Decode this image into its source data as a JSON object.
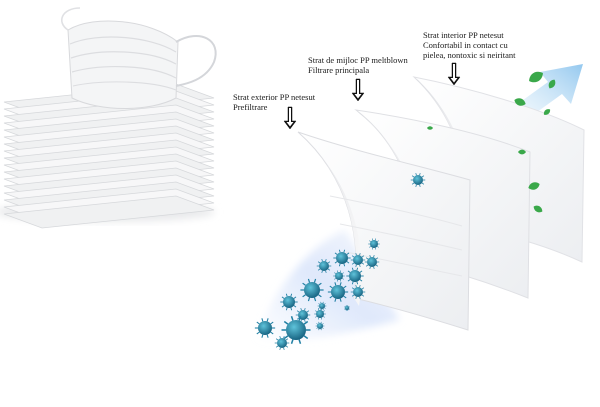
{
  "labels": {
    "outer": {
      "line1": "Strat exterior PP netesut",
      "line2": "Prefiltrare"
    },
    "middle": {
      "line1": "Strat de mijloc PP meltblown",
      "line2": "Filtrare principala"
    },
    "inner": {
      "line1": "Strat interior PP netesut",
      "line2": "Confortabil in contact cu",
      "line3": "pielea, nontoxic si neiritant"
    }
  },
  "colors": {
    "virus": "#1f7fa3",
    "virus_light": "#4fb3c9",
    "leaf": "#3aa84a",
    "airflow_arrow": "#a9d5f2",
    "layer": "#f4f5f7"
  },
  "icons": [
    "mask-stack-image",
    "down-arrow-icon",
    "virus-icon",
    "leaf-icon",
    "airflow-arrow-icon"
  ]
}
